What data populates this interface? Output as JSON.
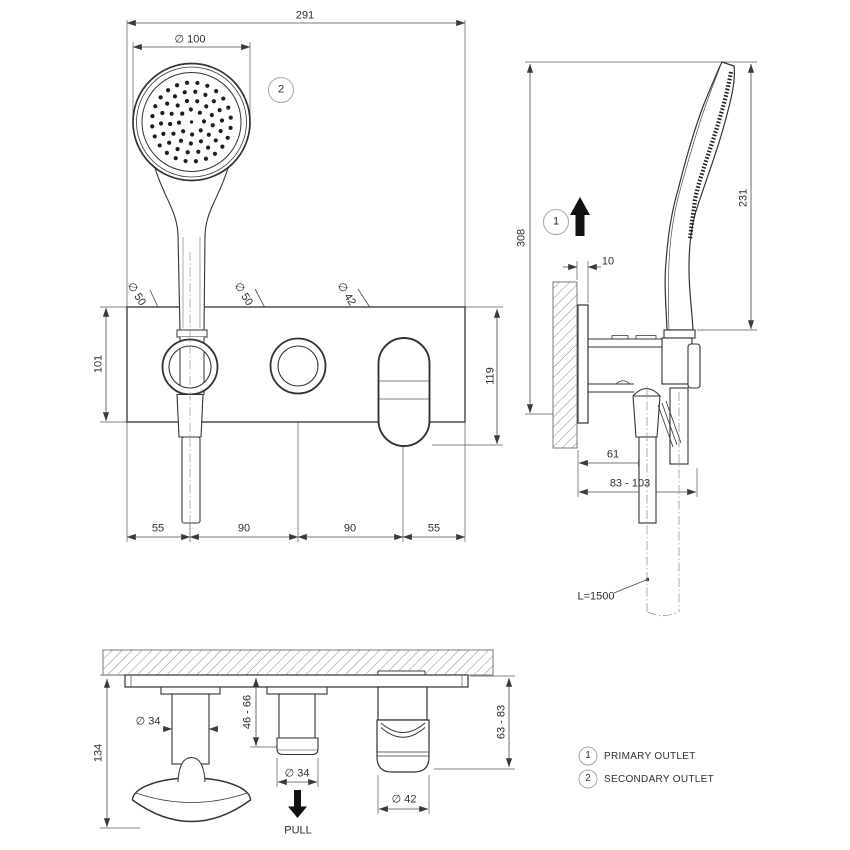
{
  "drawing": {
    "views": {
      "front": {
        "overall_width": "291",
        "handset_diameter": "∅ 100",
        "callout": "2",
        "left_port_diameter": "∅ 50",
        "center_port_diameter": "∅ 50",
        "right_port_diameter": "∅ 42",
        "plate_height": "101",
        "trim_height": "119",
        "spacings": [
          "55",
          "90",
          "90",
          "55"
        ]
      },
      "side": {
        "overall_height": "308",
        "handset_height": "231",
        "callout": "1",
        "plate_offset": "10",
        "outlet_projection": "61",
        "projection_range": "83 - 103",
        "hose_length": "L=1500"
      },
      "bottom": {
        "total_projection": "134",
        "holder_stem_diameter": "∅ 34",
        "knob_projection_range": "46 - 66",
        "knob_diameter": "∅ 34",
        "pull_label": "PULL",
        "lever_diameter": "∅ 42",
        "lever_projection_range": "63 - 83"
      }
    },
    "legend": [
      {
        "num": "1",
        "label": "PRIMARY OUTLET"
      },
      {
        "num": "2",
        "label": "SECONDARY OUTLET"
      }
    ],
    "colors": {
      "line": "#333333",
      "dim": "#4a4a4a",
      "callout_ring": "#a8a8a8"
    }
  }
}
